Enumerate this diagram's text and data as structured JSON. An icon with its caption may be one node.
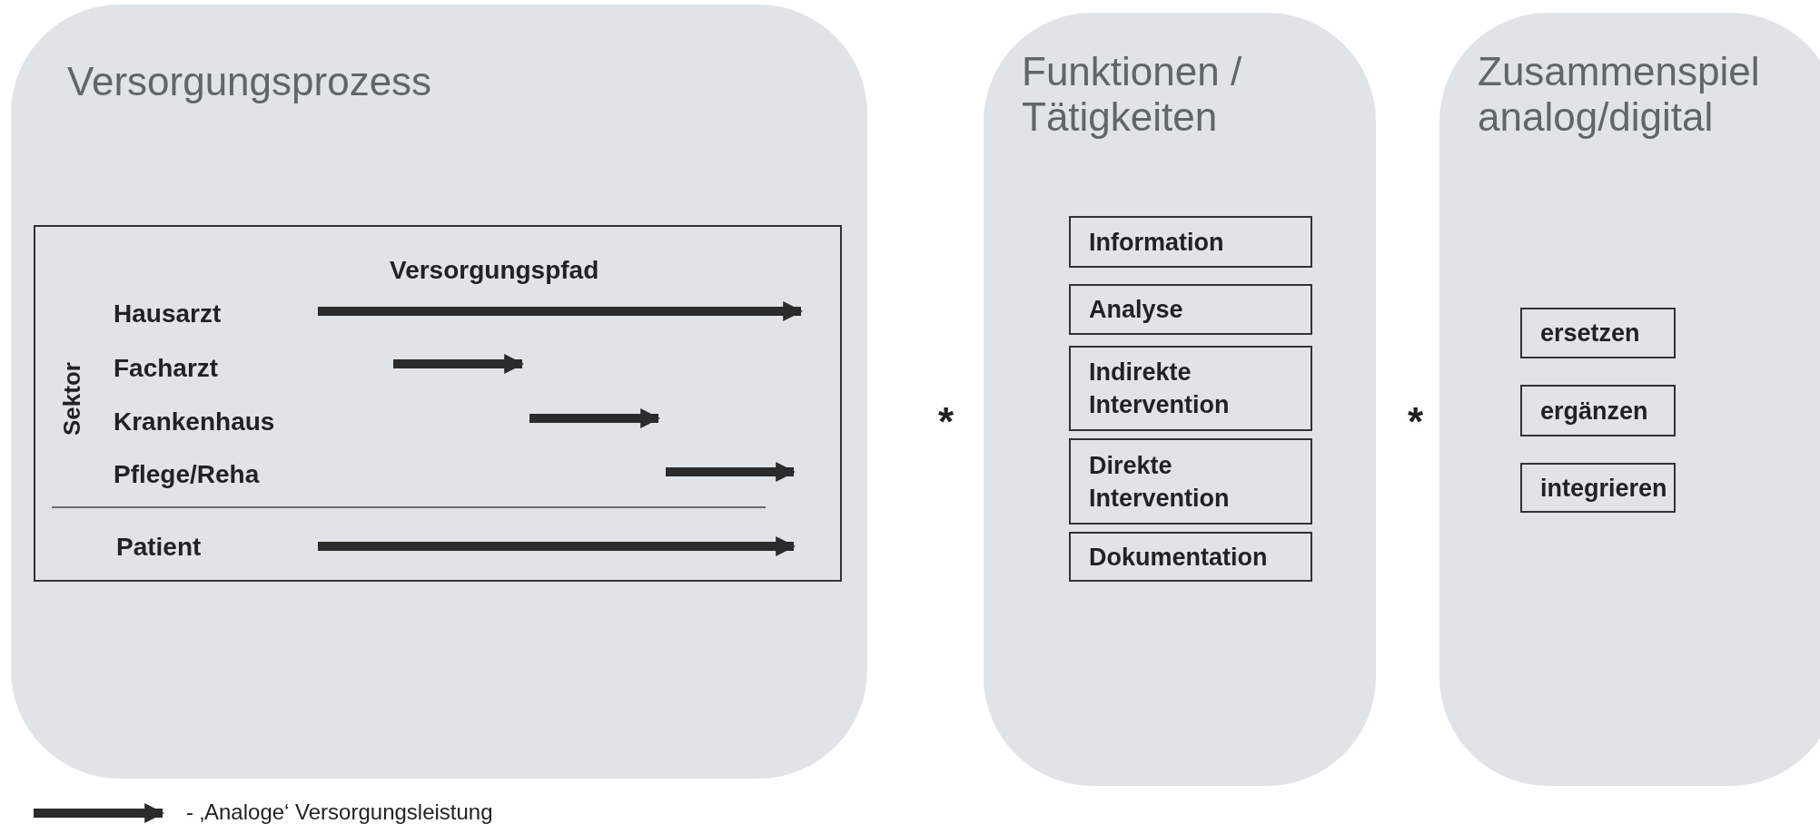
{
  "diagram": {
    "nodes": [
      {
        "text": [
          "Versorgungsprozess"
        ]
      },
      {
        "text": [
          "Versorgungspfad"
        ],
        "in": 0
      },
      {
        "text": [
          "Funktionen / Tätigkeiten"
        ]
      },
      {
        "text": [
          "Information"
        ],
        "in": 2
      },
      {
        "text": [
          "Analyse"
        ],
        "in": 2
      },
      {
        "text": [
          "Indirekte Intervention"
        ],
        "in": 2
      },
      {
        "text": [
          "Direkte Intervention"
        ],
        "in": 2
      },
      {
        "text": [
          "Dokumentation"
        ],
        "in": 2
      },
      {
        "text": [
          "Zusammenspiel analog/digital"
        ]
      },
      {
        "text": [
          "ersetzen"
        ],
        "in": 8
      },
      {
        "text": [
          "ergänzen"
        ],
        "in": 8
      },
      {
        "text": [
          "integrieren"
        ],
        "in": 8
      }
    ],
    "edges": [],
    "labels": [
      "Sektor",
      "Hausarzt",
      "Facharzt",
      "Krankenhaus",
      "Pflege/Reha",
      "Patient",
      "*",
      "*"
    ],
    "legend": [
      {
        "text": "- ‚Analoge‘ Versorgungsleistung"
      }
    ]
  }
}
